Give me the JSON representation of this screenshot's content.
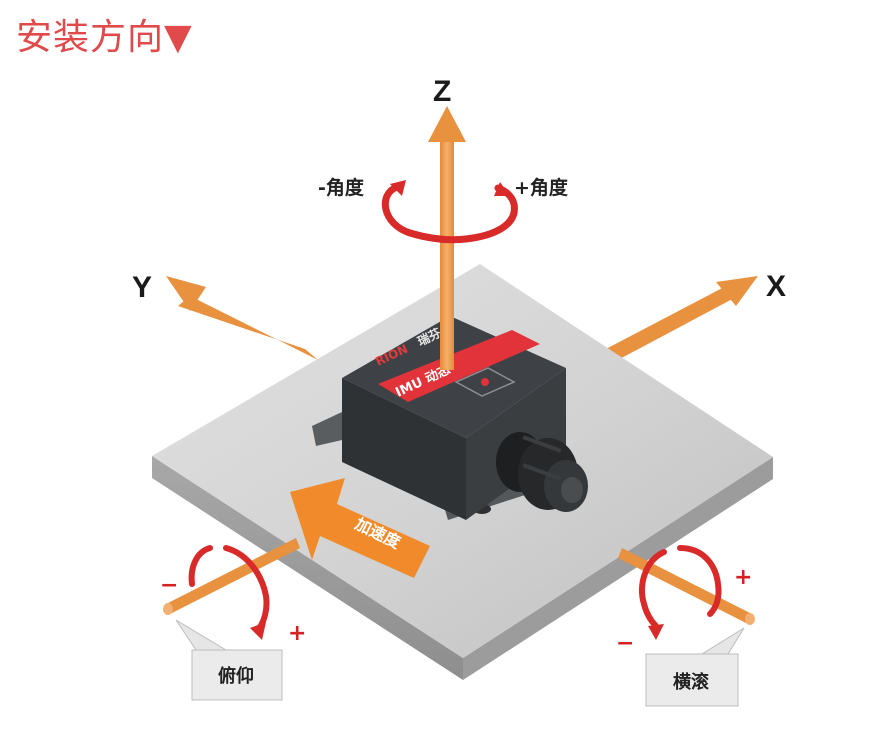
{
  "title": "安装方向▼",
  "axes": {
    "z": "Z",
    "y": "Y",
    "x": "X"
  },
  "rotation": {
    "minus_angle": "-角度",
    "plus_angle": "+角度"
  },
  "pitch": {
    "label": "俯仰",
    "minus": "−",
    "plus": "+"
  },
  "roll": {
    "label": "横滚",
    "minus": "−",
    "plus": "+"
  },
  "acceleration": "加速度",
  "device": {
    "brand_a": "RION",
    "brand_b": "瑞芬",
    "model_text": "IMU 动态"
  },
  "colors": {
    "arrow": "#f0a050",
    "arrow_dark": "#e08a35",
    "rotation": "#d92a2a",
    "title": "#e04a4a",
    "device_body": "#3a3d40",
    "device_band": "#e2323a"
  }
}
